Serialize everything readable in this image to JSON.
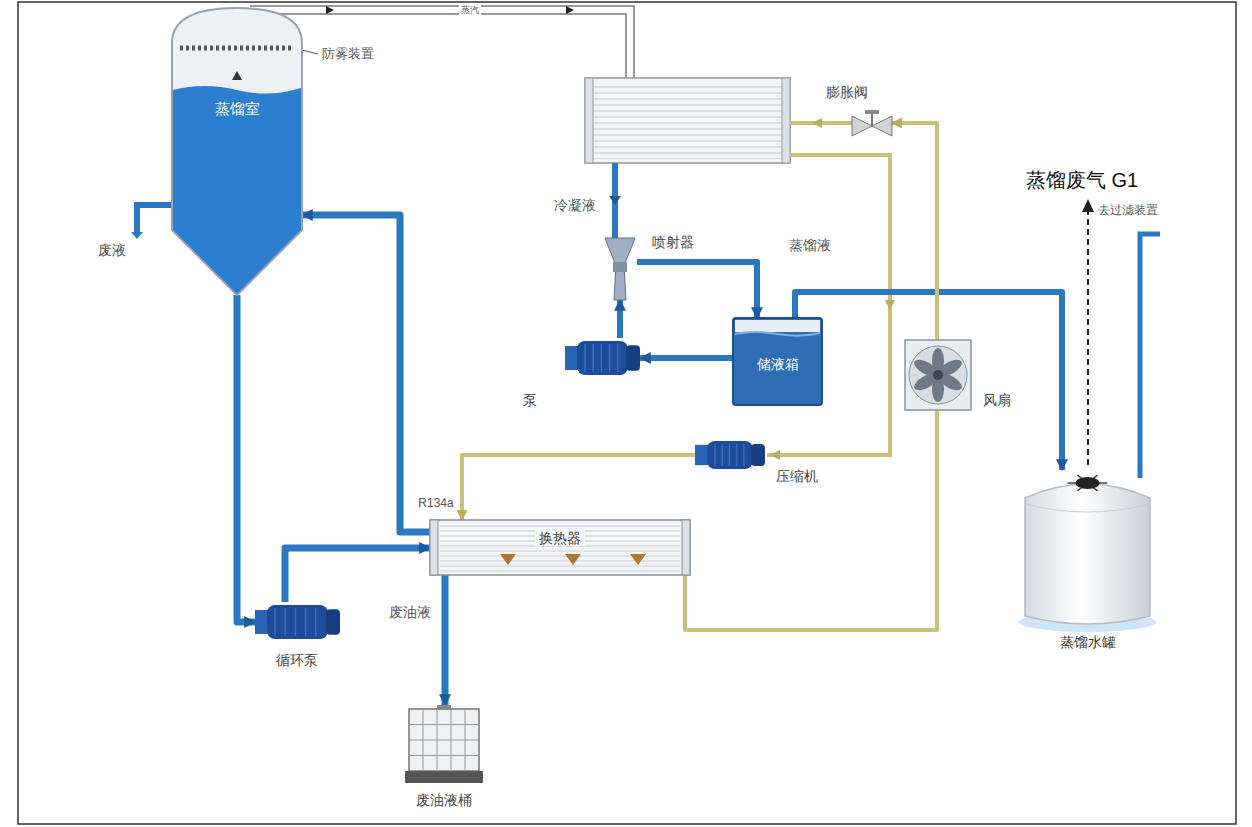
{
  "diagram": {
    "nodes": [
      {
        "text": [
          "蒸馏室"
        ]
      },
      {
        "text": [
          "膨胀阀"
        ]
      },
      {
        "text": [
          "喷射器"
        ]
      },
      {
        "text": [
          "储液箱"
        ]
      },
      {
        "text": [
          "泵"
        ]
      },
      {
        "text": [
          "风扇"
        ]
      },
      {
        "text": [
          "蒸馏水罐"
        ]
      },
      {
        "text": [
          "压缩机"
        ]
      },
      {
        "text": [
          "换热器"
        ]
      },
      {
        "text": [
          "循环泵"
        ]
      },
      {
        "text": [
          "废油液桶"
        ]
      }
    ],
    "edges": [
      {
        "from": 0,
        "to": 9,
        "arrow": "to"
      },
      {
        "from": 9,
        "to": 8,
        "arrow": "to"
      },
      {
        "from": 8,
        "to": 0,
        "arrow": "to"
      },
      {
        "from": 8,
        "to": 10,
        "label": "废油液",
        "arrow": "to"
      },
      {
        "from": 4,
        "to": 2,
        "arrow": "to"
      },
      {
        "from": 2,
        "to": 3,
        "arrow": "to"
      },
      {
        "from": 3,
        "to": 4,
        "arrow": "to"
      },
      {
        "from": 3,
        "to": 6,
        "label": "蒸馏液",
        "arrow": "to"
      },
      {
        "from": 7,
        "to": 8,
        "arrow": "to"
      },
      {
        "from": 8,
        "to": 1,
        "arrow": "to"
      }
    ],
    "labels": [
      "防雾装置",
      "蒸汽",
      "废液",
      "冷凝液",
      "蒸馏废气 G1",
      "去过滤装置",
      "R134a"
    ]
  }
}
